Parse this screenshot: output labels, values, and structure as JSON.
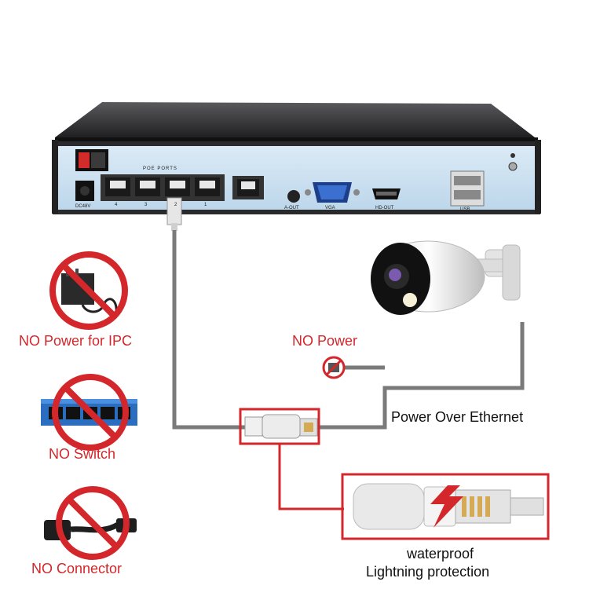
{
  "nvr": {
    "poe_ports_label": "POE PORTS",
    "port_numbers": [
      "4",
      "3",
      "2",
      "1"
    ],
    "dc_label": "DC48V",
    "aout_label": "A-OUT",
    "vga_label": "VGA",
    "hdout_label": "HD-OUT",
    "usb_label": "USB"
  },
  "labels": {
    "no_power_ipc": "NO Power for IPC",
    "no_switch": "NO Switch",
    "no_connector": "NO Connector",
    "no_power": "NO Power",
    "poe": "Power Over Ethernet",
    "waterproof": "waterproof",
    "lightning": "Lightning protection"
  },
  "colors": {
    "red": "#d3272b",
    "cable": "#7a7a7a",
    "panel": "#cfe3f2",
    "nvr_top": "#2a2a2c"
  }
}
